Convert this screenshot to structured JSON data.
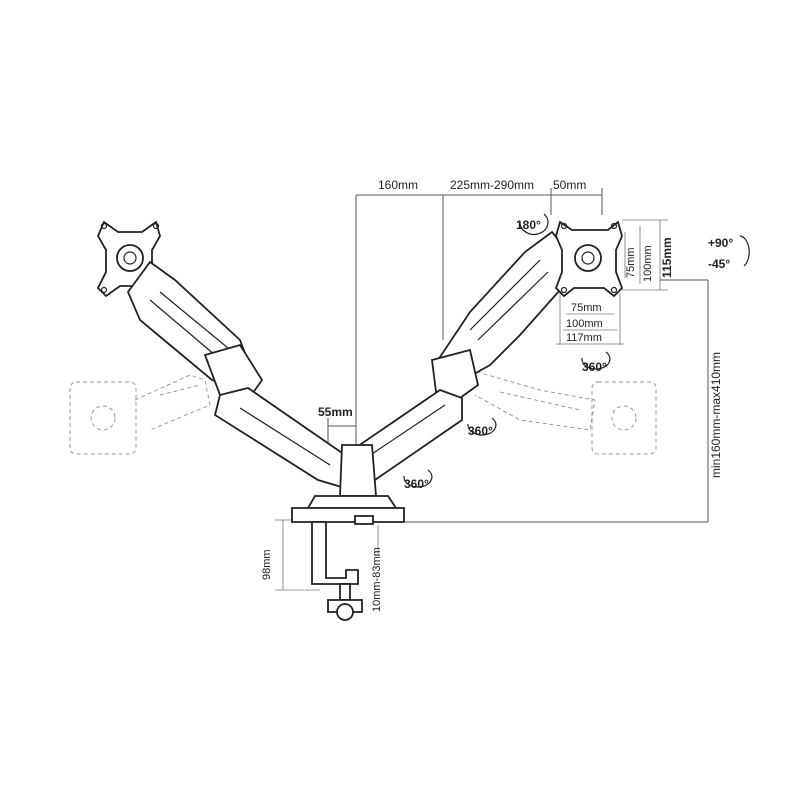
{
  "dimensions": {
    "arm_reach": "160mm",
    "arm_extension": "225mm-290mm",
    "monitor_offset": "50mm",
    "column_width": "55mm",
    "vesa_v1": "75mm",
    "vesa_v2": "100mm",
    "plate_height": "115mm",
    "vesa_h1": "75mm",
    "vesa_h2": "100mm",
    "plate_width": "117mm",
    "height_range": "min160mm-max410mm",
    "base_height": "98mm",
    "clamp_thickness": "10mm-83mm"
  },
  "rotations": {
    "screen_rotate": "180°",
    "tilt_up": "+90°",
    "tilt_down": "-45°",
    "swivel_head": "360°",
    "swivel_arm": "360°",
    "swivel_base": "360°"
  }
}
